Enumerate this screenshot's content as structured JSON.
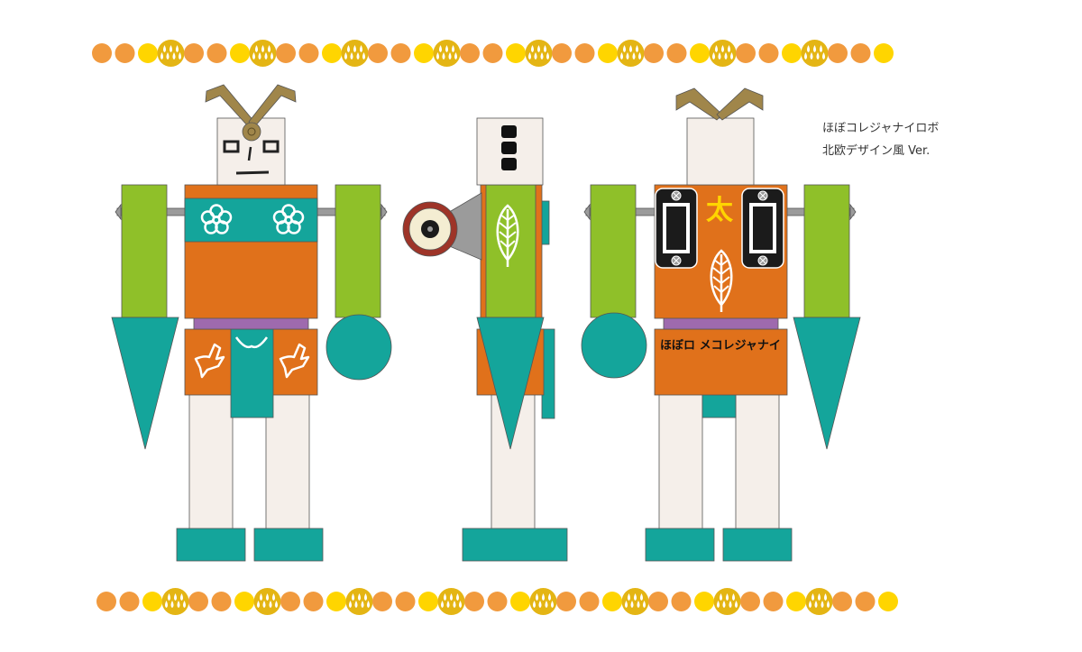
{
  "caption": {
    "line1": "ほぼコレジャナイロボ",
    "line2": "北欧デザイン風 Ver."
  },
  "back_hip_text": "ほぼロ メコレジャナイ",
  "back_chest_glyph": "太",
  "border_pattern": [
    "orange",
    "orange",
    "yellow",
    "drop",
    "orange",
    "orange",
    "yellow",
    "drop",
    "orange",
    "orange",
    "yellow",
    "drop",
    "orange",
    "orange",
    "yellow",
    "drop",
    "orange",
    "orange",
    "yellow",
    "drop",
    "orange",
    "orange",
    "yellow",
    "drop",
    "orange",
    "orange",
    "yellow",
    "drop",
    "orange",
    "orange",
    "yellow",
    "drop",
    "orange",
    "orange",
    "yellow"
  ],
  "colors": {
    "orange": "#E0711B",
    "green": "#8FC029",
    "teal": "#14A59B",
    "cream": "#F5EFEA",
    "purple": "#9E6AAE",
    "bronze": "#A0864A",
    "dot_orange": "#F19A3E",
    "dot_yellow": "#FFD500",
    "drop_gold": "#E4B514",
    "grey": "#9B9B9B",
    "wheel_red": "#9E3428"
  },
  "views": [
    "front-view",
    "side-view",
    "back-view"
  ]
}
